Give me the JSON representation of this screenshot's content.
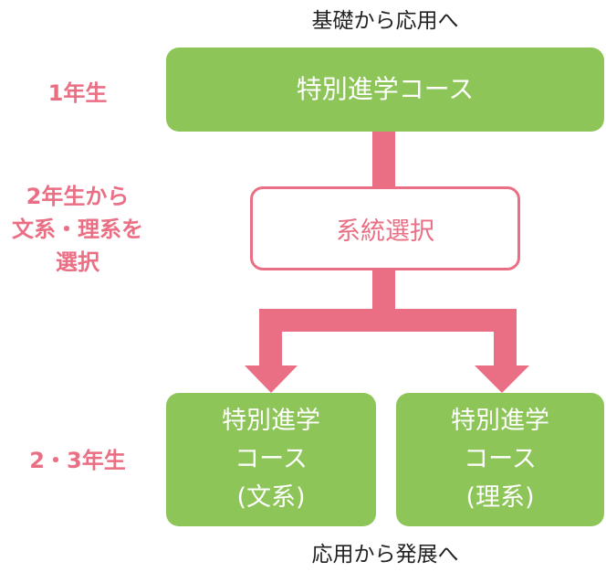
{
  "colors": {
    "green": "#8dc558",
    "pink": "#ea6f84",
    "text": "#222222"
  },
  "top_caption": "基礎から応用へ",
  "bottom_caption": "応用から発展へ",
  "side_labels": {
    "year1": "1年生",
    "year2": [
      "2年生から",
      "文系・理系を",
      "選択"
    ],
    "year23": "2・3年生"
  },
  "boxes": {
    "special": "特別進学コース",
    "selection": "系統選択",
    "humanities": [
      "特別進学",
      "コース",
      "(文系)"
    ],
    "science": [
      "特別進学",
      "コース",
      "(理系)"
    ]
  }
}
